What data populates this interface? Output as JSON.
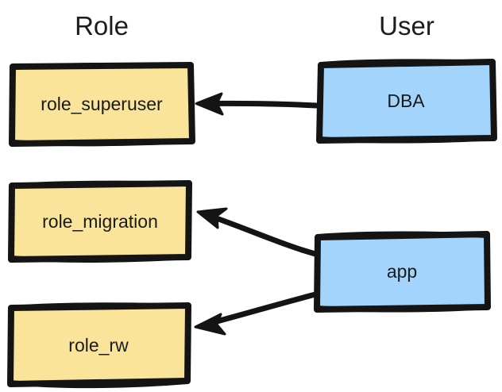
{
  "diagram": {
    "title_columns": {
      "role": "Role",
      "user": "User"
    },
    "colors": {
      "role_fill": "#F9E49A",
      "user_fill": "#A3D4FB",
      "stroke": "#1a1a1a",
      "background": "#ffffff",
      "text": "#1a1a1a"
    },
    "nodes": [
      {
        "id": "role_superuser",
        "label": "role_superuser",
        "column": "Role",
        "fill": "#F9E49A"
      },
      {
        "id": "role_migration",
        "label": "role_migration",
        "column": "Role",
        "fill": "#F9E49A"
      },
      {
        "id": "role_rw",
        "label": "role_rw",
        "column": "Role",
        "fill": "#F9E49A"
      },
      {
        "id": "dba",
        "label": "DBA",
        "column": "User",
        "fill": "#A3D4FB"
      },
      {
        "id": "app",
        "label": "app",
        "column": "User",
        "fill": "#A3D4FB"
      }
    ],
    "edges": [
      {
        "from": "dba",
        "to": "role_superuser",
        "label": ""
      },
      {
        "from": "app",
        "to": "role_migration",
        "label": ""
      },
      {
        "from": "app",
        "to": "role_rw",
        "label": ""
      }
    ]
  }
}
